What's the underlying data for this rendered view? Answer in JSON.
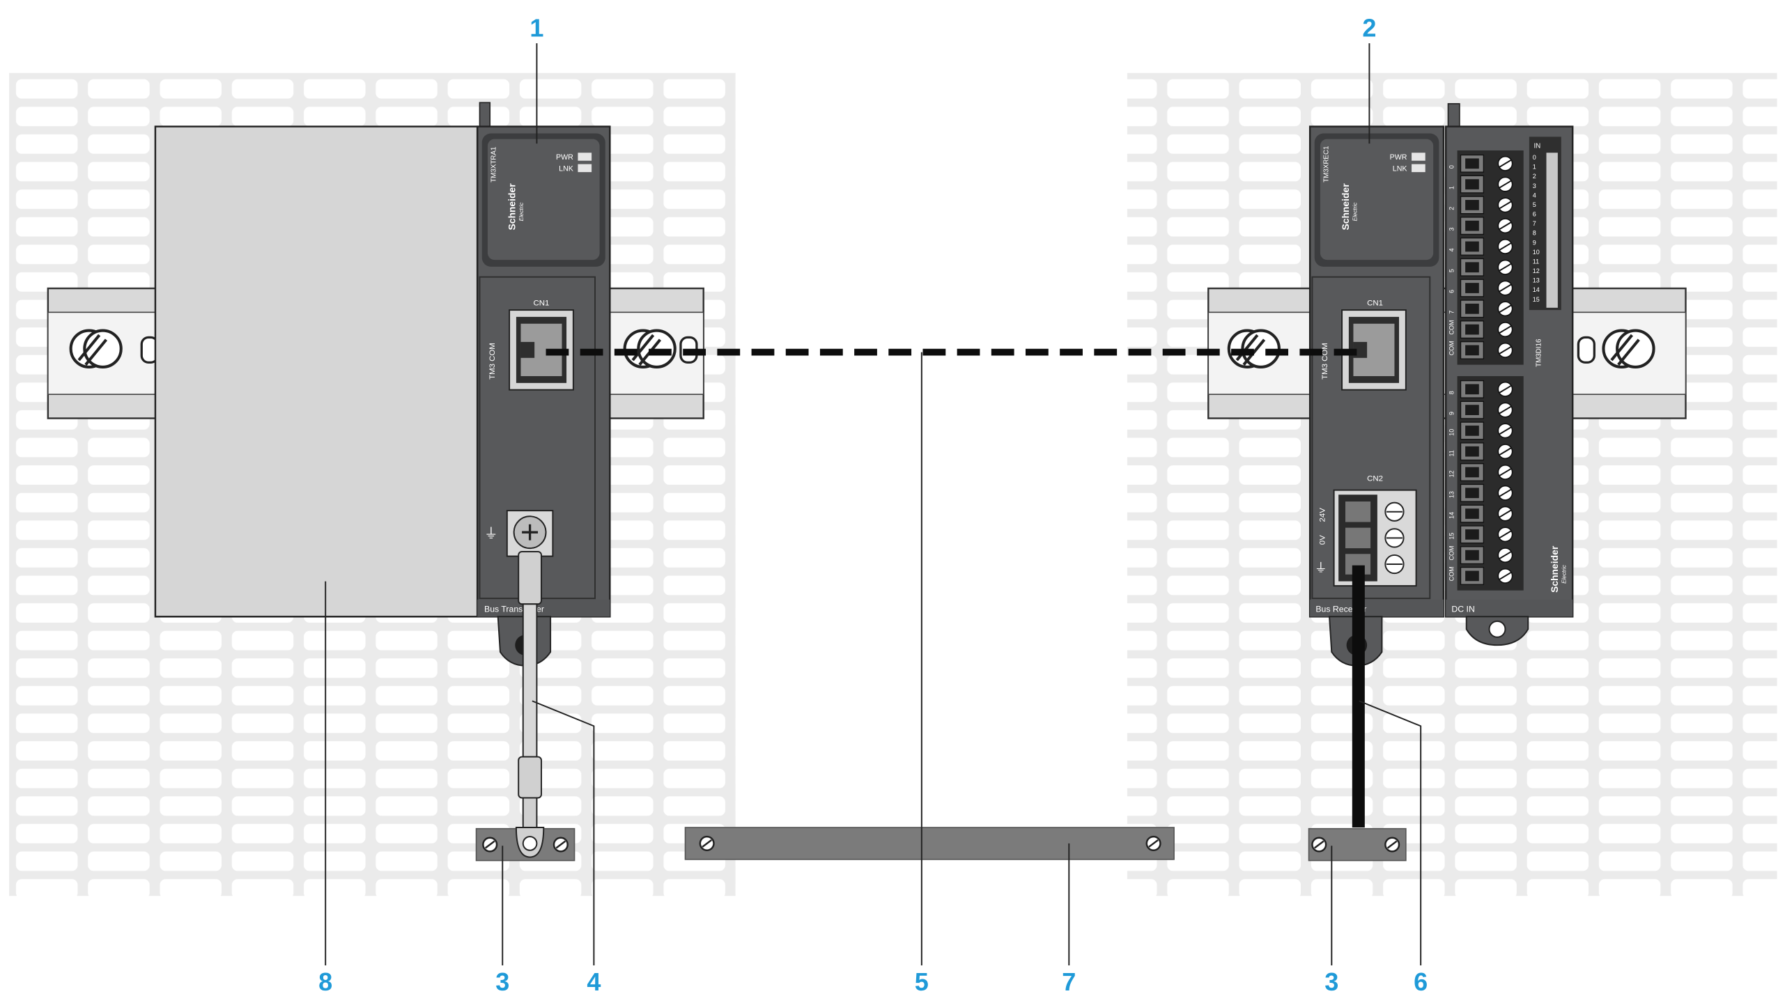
{
  "callouts": [
    "1",
    "2",
    "3",
    "3",
    "4",
    "5",
    "6",
    "7",
    "8"
  ],
  "transmitter": {
    "model": "TM3XTRA1",
    "brand": "Schneider",
    "brand_sub": "Electric",
    "led_pwr": "PWR",
    "led_lnk": "LNK",
    "connector": "CN1",
    "port": "TM3 COM",
    "footer": "Bus Transmitter"
  },
  "receiver": {
    "model": "TM3XREC1",
    "brand": "Schneider",
    "brand_sub": "Electric",
    "led_pwr": "PWR",
    "led_lnk": "LNK",
    "connector": "CN1",
    "port": "TM3 COM",
    "power_connector": "CN2",
    "power_labels": [
      "24V",
      "0V"
    ],
    "footer": "Bus Receiver"
  },
  "io_module": {
    "model": "TM3DI16",
    "brand": "Schneider",
    "brand_sub": "Electric",
    "led_header": "IN",
    "led_labels": [
      "0",
      "1",
      "2",
      "3",
      "4",
      "5",
      "6",
      "7",
      "8",
      "9",
      "10",
      "11",
      "12",
      "13",
      "14",
      "15"
    ],
    "top_terminals": [
      "0",
      "1",
      "2",
      "3",
      "4",
      "5",
      "6",
      "7",
      "COM",
      "COM"
    ],
    "bottom_terminals": [
      "8",
      "9",
      "10",
      "11",
      "12",
      "13",
      "14",
      "15",
      "COM",
      "COM"
    ],
    "footer": "DC IN"
  },
  "colors": {
    "callout": "#1f9ad8",
    "module": "#58595b",
    "module_dark": "#3c3d3f",
    "rail": "#7a7a7a",
    "panel": "#ececec"
  }
}
